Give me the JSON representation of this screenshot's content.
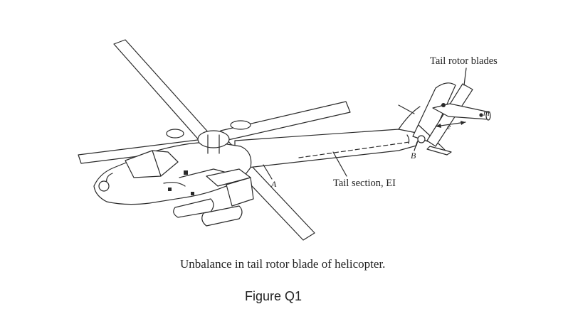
{
  "diagram": {
    "labels": {
      "tail_rotor_blades": "Tail rotor blades",
      "tail_section": "Tail section, EI",
      "point_a": "A",
      "point_b": "B",
      "mass": "m",
      "eccentricity": "e"
    },
    "caption": "Unbalance in tail rotor blade of helicopter.",
    "figure_label": "Figure Q1"
  }
}
